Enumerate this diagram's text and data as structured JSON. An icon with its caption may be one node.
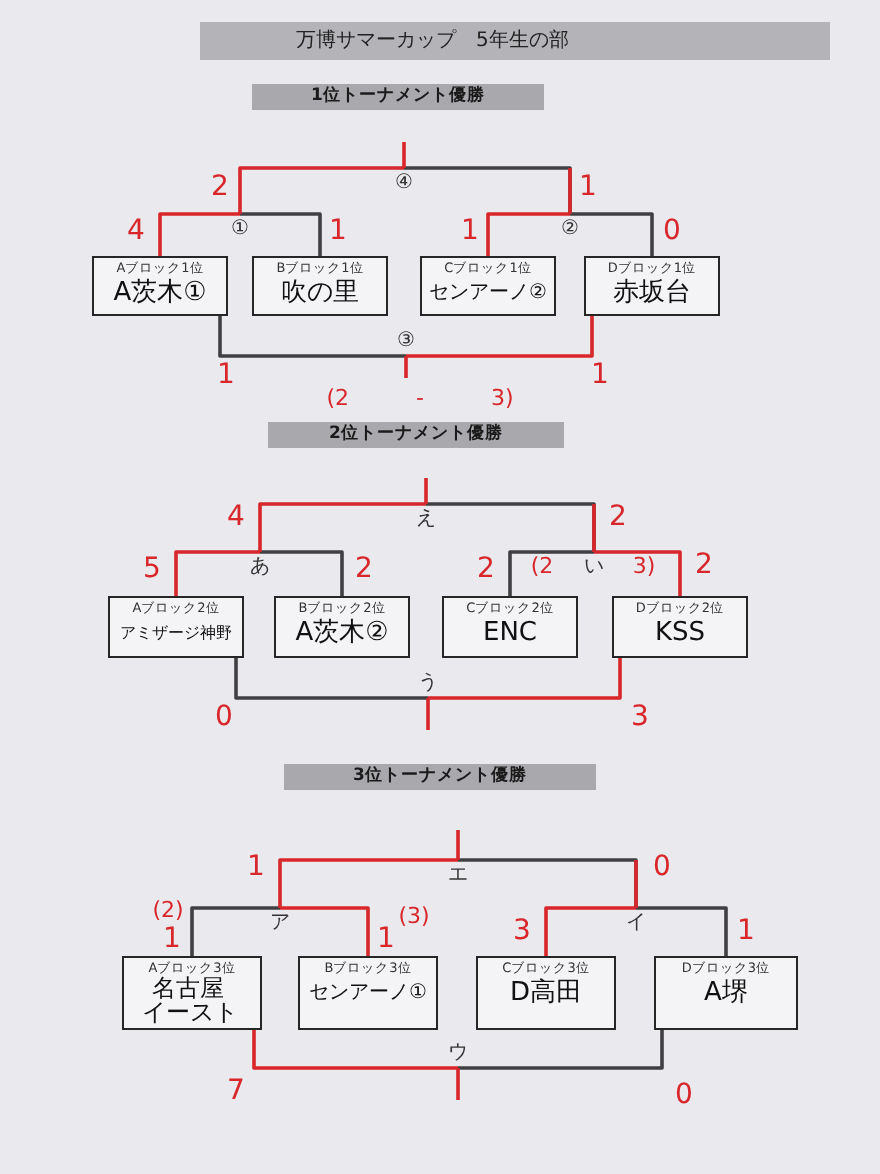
{
  "diagram": {
    "title": "万博サマーカップ　5年生の部",
    "nodes": [
      {
        "text": [
          "1位トーナメント優勝"
        ]
      },
      {
        "text": [
          "④"
        ]
      },
      {
        "text": [
          "①"
        ]
      },
      {
        "text": [
          "②"
        ]
      },
      {
        "text": [
          "Aブロック1位",
          "A茨木①"
        ]
      },
      {
        "text": [
          "Bブロック1位",
          "吹の里"
        ]
      },
      {
        "text": [
          "Cブロック1位",
          "センアーノ②"
        ]
      },
      {
        "text": [
          "Dブロック1位",
          "赤坂台"
        ]
      },
      {
        "text": [
          "③"
        ]
      },
      {
        "text": [
          "2位トーナメント優勝"
        ]
      },
      {
        "text": [
          "え"
        ]
      },
      {
        "text": [
          "あ"
        ]
      },
      {
        "text": [
          "い"
        ]
      },
      {
        "text": [
          "Aブロック2位",
          "アミザージ神野"
        ]
      },
      {
        "text": [
          "Bブロック2位",
          "A茨木②"
        ]
      },
      {
        "text": [
          "Cブロック2位",
          "ENC"
        ]
      },
      {
        "text": [
          "Dブロック2位",
          "KSS"
        ]
      },
      {
        "text": [
          "う"
        ]
      },
      {
        "text": [
          "3位トーナメント優勝"
        ]
      },
      {
        "text": [
          "エ"
        ]
      },
      {
        "text": [
          "ア"
        ]
      },
      {
        "text": [
          "イ"
        ]
      },
      {
        "text": [
          "Aブロック3位",
          "名古屋イースト"
        ]
      },
      {
        "text": [
          "Bブロック3位",
          "センアーノ①"
        ]
      },
      {
        "text": [
          "Cブロック3位",
          "D高田"
        ]
      },
      {
        "text": [
          "Dブロック3位",
          "A堺"
        ]
      },
      {
        "text": [
          "ウ"
        ]
      }
    ],
    "edges": [
      {
        "from": 4,
        "to": 2,
        "arrow": "none",
        "label": "4",
        "color": "#d8262b"
      },
      {
        "from": 5,
        "to": 2,
        "arrow": "none",
        "label": "1",
        "color": "#404043"
      },
      {
        "from": 6,
        "to": 3,
        "arrow": "none",
        "label": "1",
        "color": "#d8262b"
      },
      {
        "from": 7,
        "to": 3,
        "arrow": "none",
        "label": "0",
        "color": "#404043"
      },
      {
        "from": 2,
        "to": 1,
        "arrow": "none",
        "label": "2",
        "color": "#d8262b"
      },
      {
        "from": 3,
        "to": 1,
        "arrow": "none",
        "label": "1",
        "color": "#404043"
      },
      {
        "from": 4,
        "to": 8,
        "arrow": "none",
        "label": "1",
        "color": "#404043"
      },
      {
        "from": 7,
        "to": 8,
        "arrow": "none",
        "label": "1",
        "color": "#d8262b"
      },
      {
        "from": 13,
        "to": 11,
        "arrow": "none",
        "label": "5",
        "color": "#d8262b"
      },
      {
        "from": 14,
        "to": 11,
        "arrow": "none",
        "label": "2",
        "color": "#404043"
      },
      {
        "from": 15,
        "to": 12,
        "arrow": "none",
        "label": "2",
        "color": "#404043"
      },
      {
        "from": 16,
        "to": 12,
        "arrow": "none",
        "label": "2",
        "color": "#d8262b"
      },
      {
        "from": 11,
        "to": 10,
        "arrow": "none",
        "label": "4",
        "color": "#d8262b"
      },
      {
        "from": 12,
        "to": 10,
        "arrow": "none",
        "label": "2",
        "color": "#404043"
      },
      {
        "from": 13,
        "to": 17,
        "arrow": "none",
        "label": "0",
        "color": "#404043"
      },
      {
        "from": 16,
        "to": 17,
        "arrow": "none",
        "label": "3",
        "color": "#d8262b"
      },
      {
        "from": 22,
        "to": 20,
        "arrow": "none",
        "label": "1",
        "color": "#404043"
      },
      {
        "from": 23,
        "to": 20,
        "arrow": "none",
        "label": "1",
        "color": "#d8262b"
      },
      {
        "from": 24,
        "to": 21,
        "arrow": "none",
        "label": "3",
        "color": "#d8262b"
      },
      {
        "from": 25,
        "to": 21,
        "arrow": "none",
        "label": "1",
        "color": "#404043"
      },
      {
        "from": 20,
        "to": 19,
        "arrow": "none",
        "label": "1",
        "color": "#d8262b"
      },
      {
        "from": 21,
        "to": 19,
        "arrow": "none",
        "label": "0",
        "color": "#404043"
      },
      {
        "from": 22,
        "to": 26,
        "arrow": "none",
        "label": "7",
        "color": "#d8262b"
      },
      {
        "from": 25,
        "to": 26,
        "arrow": "none",
        "label": "0",
        "color": "#404043"
      }
    ],
    "labels": [
      "(2 - 3)",
      "(2",
      "3)",
      "(2)",
      "(3)"
    ]
  }
}
